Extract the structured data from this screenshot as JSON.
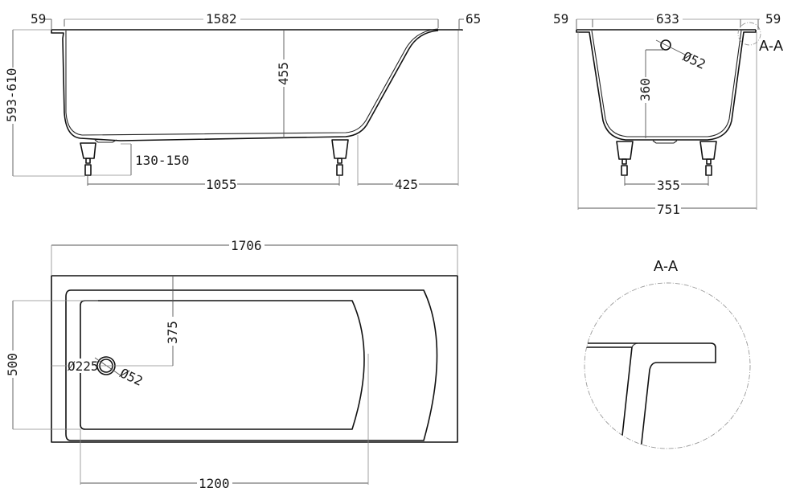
{
  "side_view": {
    "labels": {
      "rim_left": "59",
      "inner_length": "1582",
      "rim_right": "65",
      "total_height": "593-610",
      "depth": "455",
      "leg_adjust": "130-150",
      "leg_spacing": "1055",
      "back_slope": "425"
    }
  },
  "end_view": {
    "labels": {
      "rim_left": "59",
      "inner_width": "633",
      "rim_right": "59",
      "section_marker": "A-A",
      "overflow_diameter": "Ø52",
      "overflow_height": "360",
      "leg_spacing": "355",
      "total_width": "751"
    }
  },
  "top_view": {
    "labels": {
      "total_length": "1706",
      "width": "500",
      "overflow_offset": "375",
      "drain_offset": "Ø225",
      "drain_diameter": "Ø52",
      "bottom_length": "1200"
    }
  },
  "detail_view": {
    "title": "A-A"
  }
}
